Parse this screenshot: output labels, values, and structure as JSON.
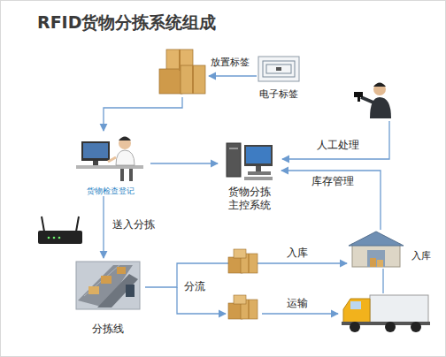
{
  "diagram": {
    "title": "RFID货物分拣系统组成",
    "nodes": [
      {
        "text": [
          "电子标签"
        ]
      },
      {
        "text": [
          "货物检查登记"
        ]
      },
      {
        "text": [
          "货物分拣 主控系统"
        ]
      },
      {
        "text": [
          "分拣线"
        ]
      },
      {
        "text": [
          "入库"
        ]
      }
    ],
    "edges": [
      {
        "from": 1,
        "to": 2,
        "arrow": "to"
      },
      {
        "from": 1,
        "to": 3,
        "label": "送入分拣",
        "arrow": "to"
      },
      {
        "from": 4,
        "to": 2,
        "label": "库存管理",
        "arrow": "to"
      },
      {
        "from": 3,
        "to": 4,
        "label": "入库",
        "arrow": "to"
      }
    ],
    "labels": [
      "放置标签",
      "人工处理",
      "分流",
      "运输"
    ]
  }
}
